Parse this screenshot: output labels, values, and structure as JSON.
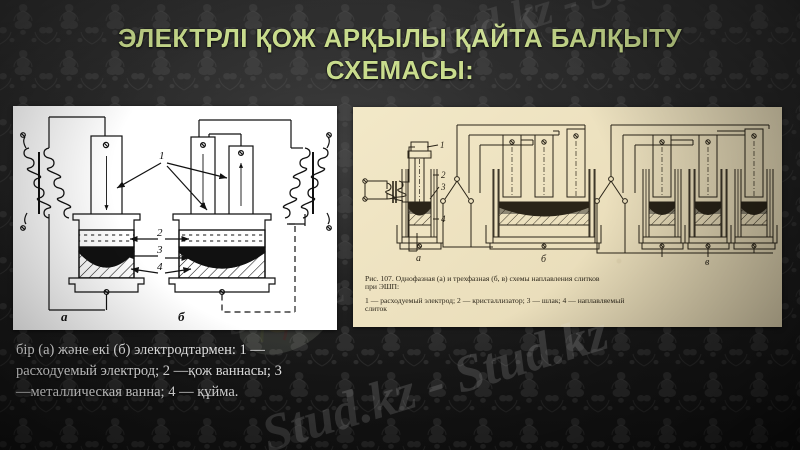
{
  "slide": {
    "title": "ЭЛЕКТРЛІ ҚОЖ АРҚЫЛЫ ҚАЙТА БАЛҚЫТУ\nСХЕМАСЫ:",
    "title_color": "#c9dc8d",
    "background_color": "#1d1d1d",
    "caption": "бір (а) және екі (б) электродтармен: 1 —\nрасходуемый электрод; 2 —қож ваннасы; 3\n—металлическая ванна; 4 — құйма."
  },
  "watermark": {
    "main": "Stud.kz - Stud.kz",
    "top": "Stud.kz - Stud.kz",
    "pale": "Stud.kz"
  },
  "left_figure": {
    "background": "#ffffff",
    "scheme_labels": [
      "а",
      "б"
    ],
    "callouts": [
      "1",
      "2",
      "3",
      "4"
    ],
    "electrode_marks": [
      "⌀",
      "⌀",
      "⌀"
    ]
  },
  "right_figure": {
    "background": "#ece0bd",
    "scheme_labels": [
      "а",
      "б",
      "в"
    ],
    "callouts": [
      "1",
      "2",
      "3",
      "4"
    ],
    "caption_line1": "Рис. 107. Однофазная (а) и трехфазная (б, в) схемы наплавления слитков",
    "caption_line2": "при ЭШП:",
    "caption_line3": "1 — расходуемый электрод; 2 — кристаллизатор; 3 — шлак; 4 — наплавляемый",
    "caption_line4": "слиток"
  }
}
